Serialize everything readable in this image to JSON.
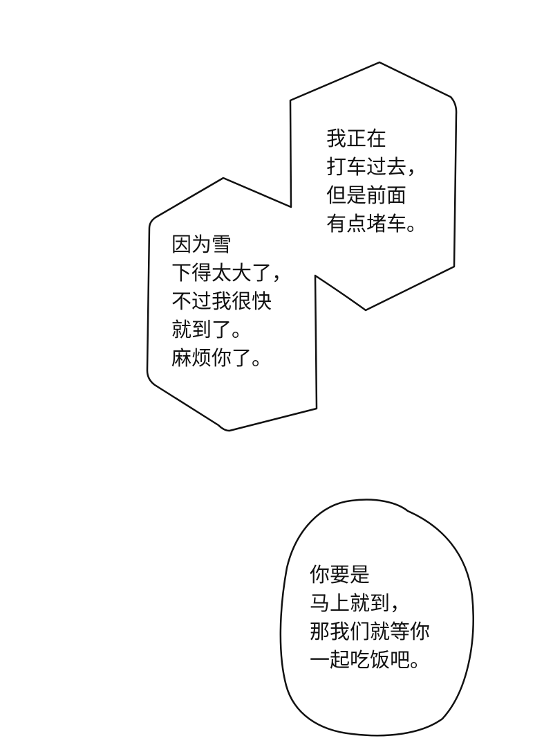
{
  "bubbles": {
    "taxi": {
      "lines": [
        "我正在",
        "打车过去，",
        "但是前面",
        "有点堵车。"
      ]
    },
    "snow": {
      "lines": [
        "因为雪",
        "下得太大了，",
        "不过我很快",
        "就到了。",
        "麻烦你了。"
      ]
    },
    "dinner": {
      "lines": [
        "你要是",
        "马上就到，",
        "那我们就等你",
        "一起吃饭吧。"
      ]
    }
  },
  "colors": {
    "background": "#ffffff",
    "ink": "#111111"
  }
}
